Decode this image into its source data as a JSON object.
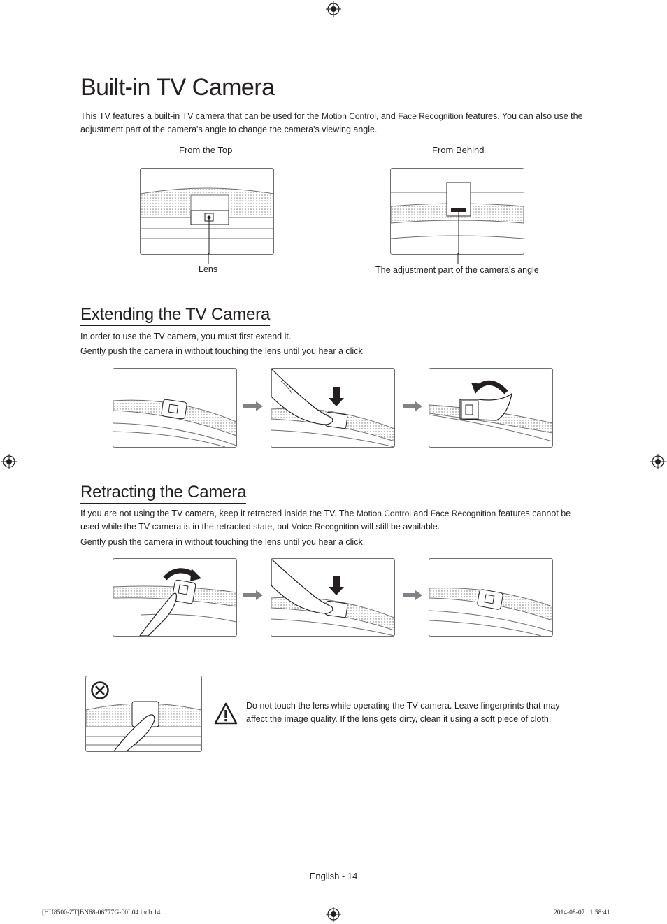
{
  "page": {
    "title": "Built-in TV Camera",
    "intro": {
      "t1": "This TV features a built-in TV camera that can be used for the ",
      "k1": "Motion Control",
      "t2": ", and ",
      "k2": "Face Recognition",
      "t3": " features. You can also use the adjustment part of the camera's angle to change the camera's viewing angle."
    },
    "figure_top": {
      "label_top": "From the Top",
      "label_behind": "From Behind",
      "callout_lens": "Lens",
      "callout_adjust": "The adjustment part of the camera's angle"
    },
    "extending": {
      "heading": "Extending the TV Camera",
      "line1": "In order to use the TV camera, you must first extend it.",
      "line2": "Gently push the camera in without touching the lens until you hear a click."
    },
    "retracting": {
      "heading": "Retracting the Camera",
      "t1": "If you are not using the TV camera, keep it retracted inside the TV. The ",
      "k1": "Motion Control",
      "t2": " and ",
      "k2": "Face Recognition",
      "t3": " features cannot be used while the TV camera is in the retracted state, but ",
      "k3": "Voice Recognition",
      "t4": " will still be available.",
      "line2": "Gently push the camera in without touching the lens until you hear a click."
    },
    "warning": {
      "text": "Do not touch the lens while operating the TV camera. Leave fingerprints that may affect the image quality. If the lens gets dirty, clean it using a soft piece of cloth."
    },
    "footer": "English - 14",
    "slug_left": "[HU8500-ZT]BN68-06777G-00L04.indb   14",
    "slug_right": "2014-08-07     1:58:41"
  },
  "icons": [
    "registration-mark-icon",
    "warning-triangle-icon",
    "prohibited-icon",
    "arrow-right-icon",
    "arrow-down-icon",
    "curved-arrow-icon"
  ]
}
